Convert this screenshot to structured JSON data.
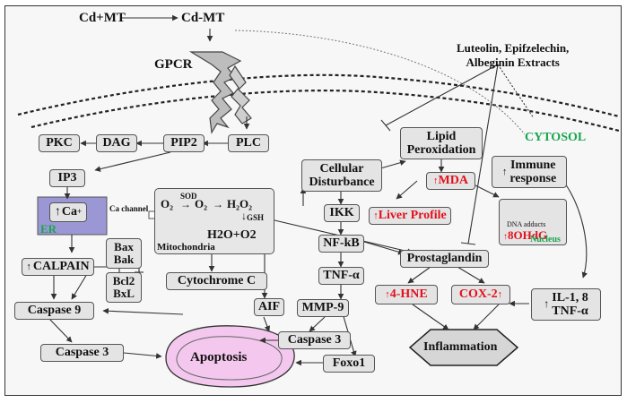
{
  "labels": {
    "cd_mt": "Cd+MT",
    "cd_mt_complex": "Cd-MT",
    "gpcr": "GPCR",
    "extracts": "Luteolin, Epifzelechin,\nAlbeginin Extracts",
    "cytosol": "CYTOSOL",
    "er": "ER",
    "ca_channel": "Ca channel",
    "mitochondria": "Mitochondria",
    "dna_adducts": "DNA adducts",
    "nucleus": "Nucleus"
  },
  "nodes": {
    "pkc": "PKC",
    "dag": "DAG",
    "pip2": "PIP2",
    "plc": "PLC",
    "ip3": "IP3",
    "ca": "Ca",
    "calpain": "CALPAIN",
    "bax_bak": "Bax\nBak",
    "bcl2_bxl": "Bcl2\nBxL",
    "caspase9": "Caspase 9",
    "caspase3_left": "Caspase 3",
    "cytochrome_c": "Cytochrome C",
    "aif": "AIF",
    "apoptosis": "Apoptosis",
    "cellular_disturbance": "Cellular\nDisturbance",
    "lipid_peroxidation": "Lipid\nPeroxidation",
    "mda": "MDA",
    "liver_profile": "Liver Profile",
    "immune_response": "Immune\nresponse",
    "ohdg": "8OHdG",
    "ikk": "IKK",
    "nfkb": "NF-kB",
    "tnfa": "TNF-α",
    "mmp9": "MMP-9",
    "caspase3_mid": "Caspase 3",
    "foxo1": "Foxo1",
    "prostaglandin": "Prostaglandin",
    "hne": "4-HNE",
    "cox2": "COX-2",
    "il_tnf": "IL-1, 8\nTNF-α",
    "inflammation": "Inflammation"
  },
  "mito_text": {
    "o2": "O₂",
    "sod": "SOD",
    "o2_radical": "O₂",
    "h2o2": "H₂O₂",
    "gsh": "GSH",
    "h2o_o2": "H2O+O2"
  },
  "colors": {
    "red": "#e3101c",
    "green": "#1aa54f",
    "er_fill": "#9b97d4",
    "box_fill": "#e4e4e4",
    "inflammation_fill": "#d6d6d6",
    "apoptosis_fill": "#f4c8ee"
  }
}
